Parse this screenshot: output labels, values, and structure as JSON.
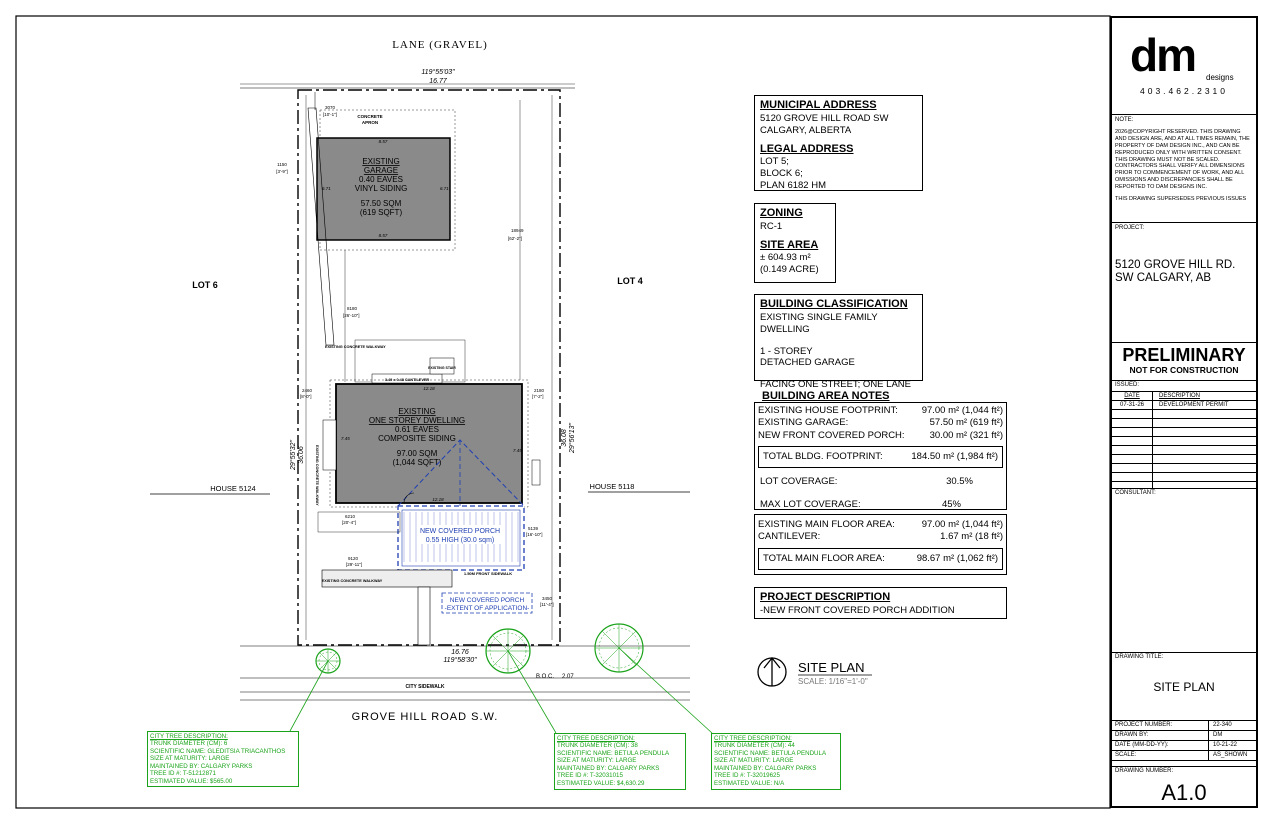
{
  "plan": {
    "lane_label": "LANE (GRAVEL)",
    "street_label": "GROVE HILL ROAD S.W.",
    "sidewalk_label": "CITY SIDEWALK",
    "lot_left": "LOT 6",
    "lot_right": "LOT 4",
    "house_left": "HOUSE 5124",
    "house_right": "HOUSE 5118",
    "bearing_top": "119°55'03\"",
    "dim_top": "16.77",
    "bearing_bottom": "119°58'30\"",
    "dim_bottom": "16.76",
    "bearing_left": "29°55'32\"",
    "dim_left": "36.06",
    "bearing_right": "29°56'13\"",
    "dim_right": "36.08",
    "boc": "B.O.C.",
    "boc_dim": "2.07",
    "apron_1": "CONCRETE",
    "apron_2": "APRON",
    "garage": [
      "EXISTING",
      "GARAGE",
      "0.40 EAVES",
      "VINYL SIDING",
      "57.50 SQM",
      "(619 SQFT)"
    ],
    "dwelling": [
      "EXISTING",
      "ONE STOREY DWELLING",
      "0.61 EAVES",
      "COMPOSITE SIDING",
      "97.00 SQM",
      "(1,044 SQFT)"
    ],
    "porch_1": "NEW COVERED PORCH",
    "porch_2": "0.55 HIGH (30.0 sqm)",
    "extent_1": "NEW COVERED PORCH",
    "extent_2": "-EXTENT OF APPLICATION-",
    "front_sidewalk": "1.50M FRONT SIDEWALK",
    "walkway": "EXISTING CONCRETE WALKWAY",
    "width_12_18": "12.18",
    "dims": {
      "d3070": "3070",
      "d3070i": "[10'-1\"]",
      "d1150": "1150",
      "d1150i": "[3'-9\"]",
      "d857a": "8.57",
      "d857b": "8.57",
      "d671a": "6.71",
      "d671b": "6.71",
      "d18949": "18949",
      "d18949i": "[62'-2\"]",
      "d8180": "8180",
      "d8180i": "[26'-10\"]",
      "d1218b": "12.18",
      "d745": "7.45",
      "d745b": "7.45",
      "d2460": "2460",
      "d2460i": "[8'-0\"]",
      "d2180": "2180",
      "d2180i": "[7'-2\"]",
      "d6210": "6210",
      "d6210i": "[20'-4\"]",
      "d5139": "5139",
      "d5139i": "[16'-10\"]",
      "d9120": "9120",
      "d9120i": "[29'-11\"]",
      "d3450": "3450",
      "d3450i": "[11'-4\"]",
      "cantilever": "3.49 x 0.48 CANTILEVER",
      "walk_label": "EXISTING CONCRETE WALKWAY",
      "existing_stair": "EXISTING STAIR"
    }
  },
  "site_plan": {
    "title": "SITE PLAN",
    "scale": "SCALE: 1/16\"=1'-0\""
  },
  "municipal": {
    "heading": "MUNICIPAL ADDRESS",
    "line1": "5120 GROVE HILL ROAD SW",
    "line2": "CALGARY, ALBERTA",
    "legal_heading": "LEGAL ADDRESS",
    "lot": "LOT 5;",
    "block": "BLOCK 6;",
    "plan": "PLAN  6182  HM"
  },
  "zoning": {
    "heading": "ZONING",
    "value": "RC-1",
    "site_heading": "SITE AREA",
    "site_value": "± 604.93 m²",
    "site_acre": "(0.149 ACRE)"
  },
  "classification": {
    "heading": "BUILDING CLASSIFICATION",
    "line1": "EXISTING SINGLE FAMILY DWELLING",
    "line2": "1 - STOREY",
    "line3": "DETACHED GARAGE",
    "line4": "FACING ONE STREET; ONE LANE"
  },
  "area_notes": {
    "heading": "BUILDING AREA NOTES",
    "rows": [
      {
        "label": "EXISTING HOUSE FOOTPRINT:",
        "value": "97.00 m² (1,044 ft²)"
      },
      {
        "label": "EXISTING  GARAGE:",
        "value": "57.50 m² (619 ft²)"
      },
      {
        "label": "NEW FRONT COVERED PORCH:",
        "value": "30.00  m² (321 ft²)"
      }
    ],
    "total_label": "TOTAL  BLDG. FOOTPRINT:",
    "total_value": "184.50 m² (1,984 ft²)",
    "coverage_label": "LOT COVERAGE:",
    "coverage_value": "30.5%",
    "max_label": "MAX LOT COVERAGE:",
    "max_value": "45%",
    "floor_rows": [
      {
        "label": "EXISTING MAIN FLOOR AREA:",
        "value": "97.00 m² (1,044 ft²)"
      },
      {
        "label": "CANTILEVER:",
        "value": "1.67 m²   (18 ft²)"
      }
    ],
    "main_total_label": "TOTAL MAIN FLOOR AREA:",
    "main_total_value": "98.67 m² (1,062 ft²)"
  },
  "project_desc": {
    "heading": "PROJECT DESCRIPTION",
    "line": "-NEW FRONT COVERED PORCH ADDITION"
  },
  "trees": [
    {
      "title": "CITY TREE DESCRIPTION:",
      "lines": [
        "TRUNK DIAMETER (CM): 6",
        "SCIENTIFIC NAME: GLEDITSIA TRIACANTHOS",
        "SIZE AT MATURITY: LARGE",
        "MAINTAINED BY: CALGARY PARKS",
        "TREE ID #: T-51212871",
        "ESTIMATED VALUE: $565.00"
      ]
    },
    {
      "title": "CITY TREE DESCRIPTION:",
      "lines": [
        "TRUNK DIAMETER (CM): 38",
        "SCIENTIFIC NAME: BETULA PENDULA",
        "SIZE AT MATURITY: LARGE",
        "MAINTAINED BY: CALGARY PARKS",
        "TREE ID #: T-32031015",
        "ESTIMATED VALUE: $4,630.29"
      ]
    },
    {
      "title": "CITY TREE DESCRIPTION:",
      "lines": [
        "TRUNK DIAMETER (CM): 44",
        "SCIENTIFIC NAME: BETULA PENDULA",
        "SIZE AT MATURITY: LARGE",
        "MAINTAINED BY: CALGARY PARKS",
        "TREE ID #: T-32019625",
        "ESTIMATED VALUE: N/A"
      ]
    }
  ],
  "titleblock": {
    "logo_main": "dm",
    "logo_sub": "designs",
    "phone": "403.462.2310",
    "note_label": "NOTE:",
    "note_text": "2026@COPYRIGHT RESERVED. THIS DRAWING AND DESIGN ARE, AND AT ALL TIMES REMAIN, THE PROPERTY OF DAM DESIGN INC., AND CAN BE REPRODUCED ONLY WITH WRITTEN CONSENT. THIS DRAWING MUST NOT BE SCALED. CONTRACTORS SHALL VERIFY ALL DIMENSIONS PRIOR TO COMMENCEMENT OF WORK, AND ALL OMISSIONS AND DISCREPANCIES SHALL BE REPORTED TO DAM DESIGNS INC.",
    "note_text2": "THIS DRAWING SUPERSEDES PREVIOUS ISSUES",
    "project_label": "PROJECT:",
    "project_name_1": "5120 GROVE HILL RD.",
    "project_name_2": "SW CALGARY, AB",
    "prelim": "PRELIMINARY",
    "prelim_sub": "NOT FOR CONSTRUCTION",
    "issued_label": "ISSUED:",
    "issued_date_h": "DATE",
    "issued_desc_h": "DESCRIPTION",
    "issued_date": "07-31-26",
    "issued_desc": "DEVELOPMENT PERMIT",
    "consultant_label": "CONSULTANT:",
    "drawing_title_label": "DRAWING TITLE:",
    "drawing_title": "SITE PLAN",
    "project_number_label": "PROJECT NUMBER:",
    "project_number": "22-340",
    "drawn_by_label": "DRAWN BY:",
    "drawn_by": "DM",
    "date_label": "DATE (MM-DD-YY):",
    "date": "10-21-22",
    "scale_label": "SCALE:",
    "scale": "AS_SHOWN",
    "drawing_number_label": "DRAWING NUMBER:",
    "drawing_number": "A1.0"
  }
}
